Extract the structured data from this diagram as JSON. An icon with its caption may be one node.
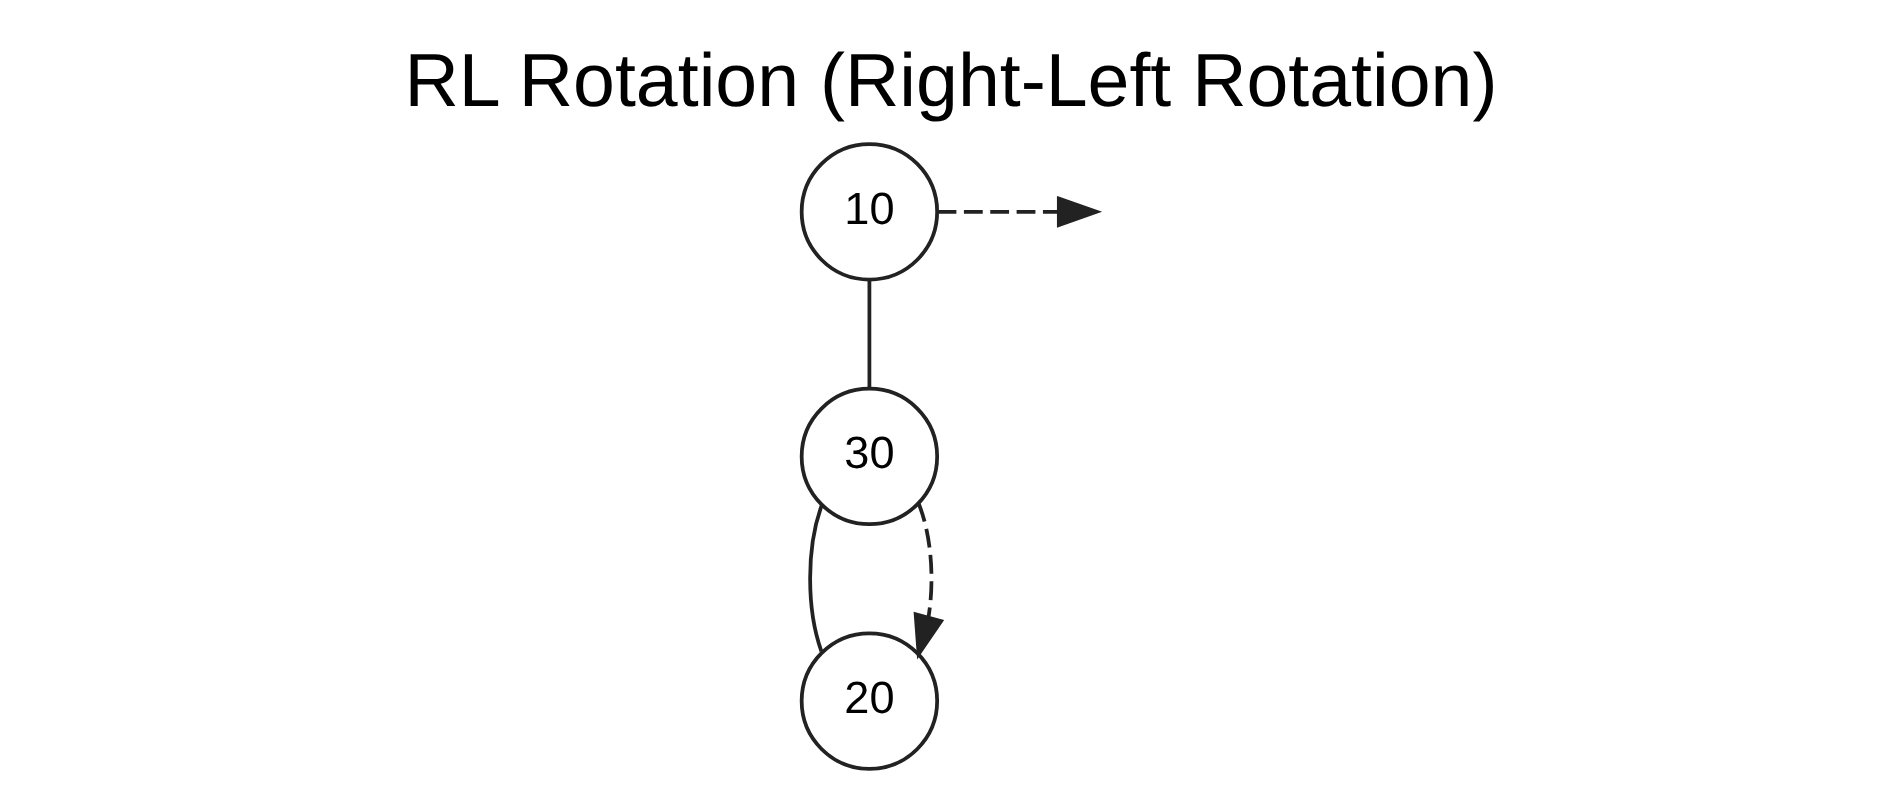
{
  "diagram": {
    "title": "RL Rotation (Right-Left Rotation)",
    "nodes": [
      {
        "text": [
          "10"
        ]
      },
      {
        "text": [
          "30"
        ]
      },
      {
        "text": [
          "20"
        ]
      }
    ],
    "edges": [
      {
        "from": 0,
        "to": 1,
        "arrow": "none"
      },
      {
        "from": 1,
        "to": 2,
        "arrow": "none"
      },
      {
        "from": 0,
        "to": null,
        "arrow": "to",
        "style": "dashed"
      },
      {
        "from": 1,
        "to": 2,
        "arrow": "to",
        "style": "dashed"
      }
    ]
  }
}
